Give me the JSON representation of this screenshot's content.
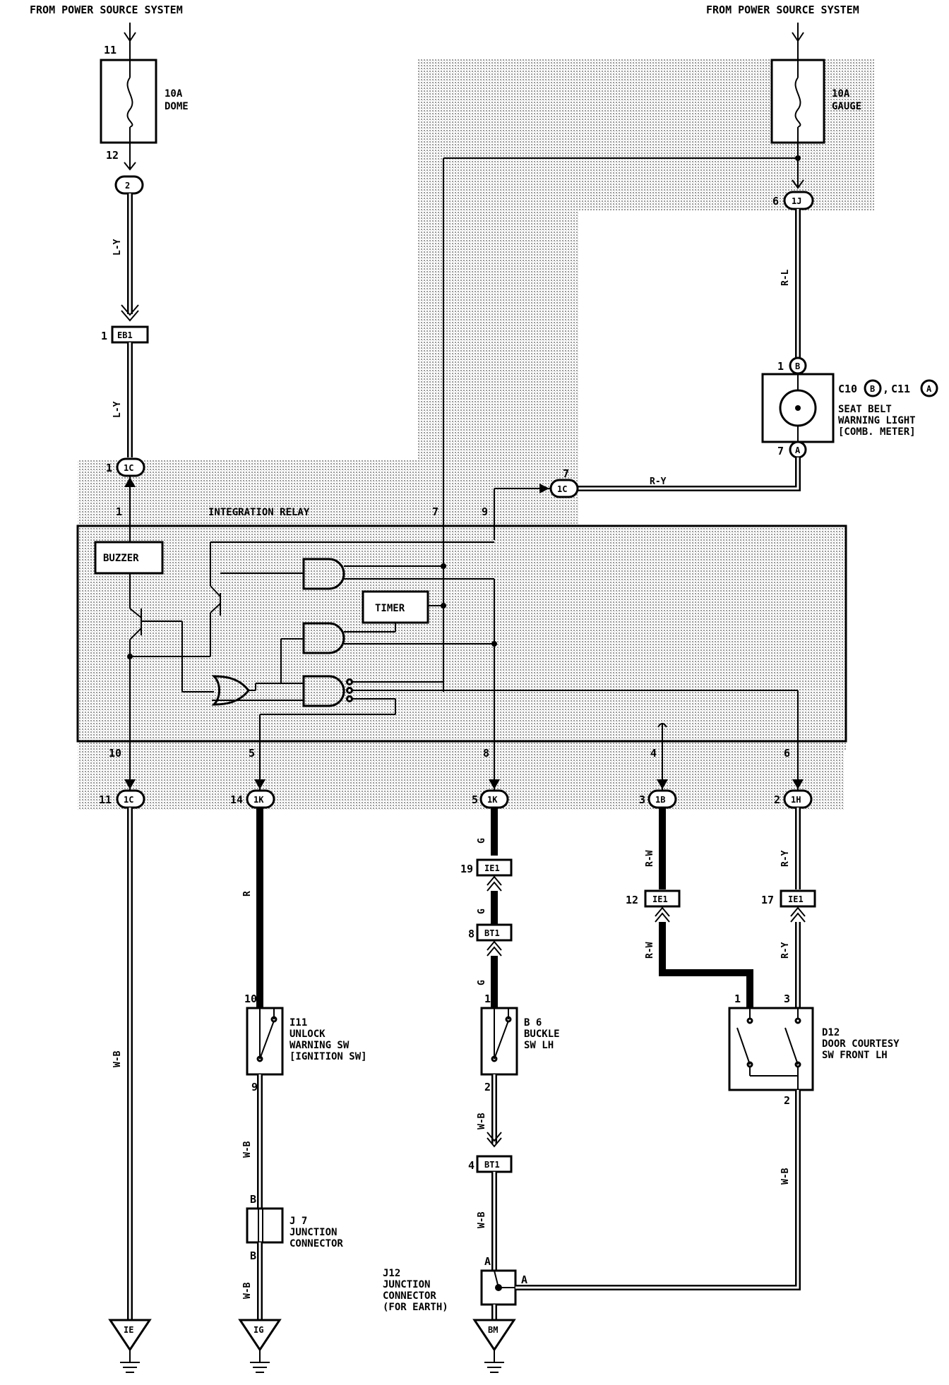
{
  "labels": {
    "power_source_left": "FROM POWER SOURCE SYSTEM",
    "power_source_right": "FROM POWER SOURCE SYSTEM",
    "fuse_dome_amp": "10A",
    "fuse_dome_name": "DOME",
    "fuse_gauge_amp": "10A",
    "fuse_gauge_name": "GAUGE",
    "integration_relay": "INTEGRATION RELAY",
    "buzzer": "BUZZER",
    "timer": "TIMER",
    "seat_belt_id": "C10",
    "seat_belt_id_b": "B",
    "seat_belt_id_sep": ",",
    "seat_belt_id2": "C11",
    "seat_belt_id_a": "A",
    "seat_belt_line1": "SEAT BELT",
    "seat_belt_line2": "WARNING LIGHT",
    "seat_belt_line3": "[COMB. METER]",
    "i11_id": "I11",
    "i11_line1": "UNLOCK",
    "i11_line2": "WARNING SW",
    "i11_line3": "[IGNITION SW]",
    "b6_id": "B 6",
    "b6_line1": "BUCKLE",
    "b6_line2": "SW LH",
    "d12_id": "D12",
    "d12_line1": "DOOR COURTESY",
    "d12_line2": "SW FRONT LH",
    "j7_id": "J 7",
    "j7_line1": "JUNCTION",
    "j7_line2": "CONNECTOR",
    "j12_id": "J12",
    "j12_line1": "JUNCTION",
    "j12_line2": "CONNECTOR",
    "j12_line3": "(FOR EARTH)"
  },
  "wires": {
    "ly_upper": "L-Y",
    "ly_lower": "L-Y",
    "rl": "R-L",
    "ry_top": "R-Y",
    "wb_left": "W-B",
    "r_i11": "R",
    "wb_i11_upper": "W-B",
    "wb_i11_lower": "W-B",
    "g_upper": "G",
    "g_mid": "G",
    "g_lower": "G",
    "wb_b6_upper": "W-B",
    "wb_b6_lower": "W-B",
    "rw_upper": "R-W",
    "rw_lower": "R-W",
    "ry_upper": "R-Y",
    "ry_lower": "R-Y",
    "wb_d12": "W-B"
  },
  "connectors": {
    "c2": "2",
    "eb1": "EB1",
    "ic_top": "1C",
    "ic_right": "1C",
    "ij": "1J",
    "ic_bottom": "1C",
    "ik_left": "1K",
    "ik_right": "1K",
    "ib": "1B",
    "ih": "1H",
    "ie1_a": "IE1",
    "bt1_a": "BT1",
    "ie1_b": "IE1",
    "ie1_c": "IE1",
    "bt1_b": "BT1",
    "meter_b": "B",
    "meter_a": "A"
  },
  "pins": {
    "p11": "11",
    "p12": "12",
    "p1_eb1": "1",
    "p1_ic": "1",
    "p1_relay": "1",
    "p7_relay": "7",
    "p9_relay": "9",
    "p6_ij": "6",
    "p1_meter": "1",
    "p7_meter": "7",
    "p7_ic": "7",
    "p10_relay": "10",
    "p5_relay": "5",
    "p8_relay": "8",
    "p4_relay": "4",
    "p6_relay": "6",
    "p11_ic": "11",
    "p14_ik": "14",
    "p5_ik": "5",
    "p3_ib": "3",
    "p2_ih": "2",
    "p19": "19",
    "p8_bt1": "8",
    "p12_ie1": "12",
    "p17_ie1": "17",
    "p10_i11": "10",
    "p9_i11": "9",
    "p1_b6": "1",
    "p2_b6": "2",
    "p4_bt1": "4",
    "p1_d12": "1",
    "p3_d12": "3",
    "p2_d12": "2",
    "pB_j7_top": "B",
    "pB_j7_bot": "B",
    "pA_j12_left": "A",
    "pA_j12_right": "A"
  },
  "grounds": {
    "ie": "IE",
    "ig": "IG",
    "bm": "BM"
  }
}
